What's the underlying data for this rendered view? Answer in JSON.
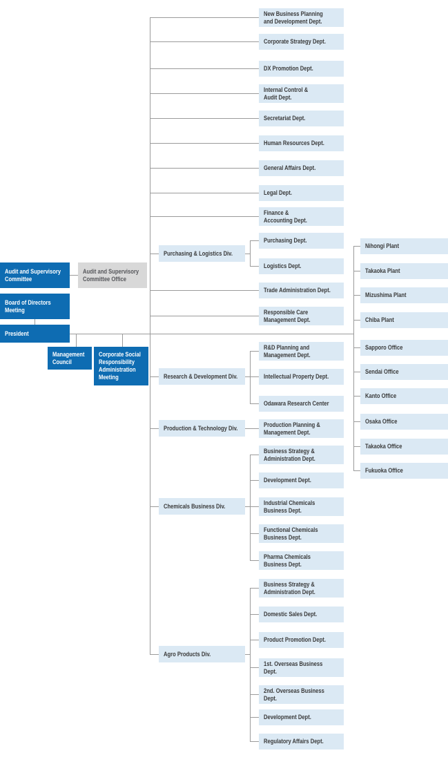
{
  "colors": {
    "primary_blue": "#0e6cb2",
    "light_blue": "#dbe9f4",
    "gray_box": "#d8d8d8",
    "connector_line": "#9a9a9a",
    "dept_text": "#3a3a3a"
  },
  "governance": {
    "audit_committee": "Audit and Supervisory\nCommittee",
    "audit_office": "Audit and Supervisory\nCommittee Office",
    "board": "Board of Directors\nMeeting",
    "president": "President",
    "management_council": "Management\nCouncil",
    "csr_meeting": "Corporate Social\nResponsibility\nAdministration\nMeeting"
  },
  "head_office_departments": [
    "New Business Planning\nand Development Dept.",
    "Corporate Strategy Dept.",
    "DX Promotion Dept.",
    "Internal Control &\nAudit Dept.",
    "Secretariat Dept.",
    "Human Resources Dept.",
    "General Affairs Dept.",
    "Legal Dept.",
    "Finance &\nAccounting Dept.",
    "Trade Administration Dept.",
    "Responsible Care\nManagement Dept."
  ],
  "divisions": [
    {
      "label": "Purchasing & Logistics Div.",
      "departments": [
        "Purchasing Dept.",
        "Logistics Dept."
      ]
    },
    {
      "label": "Research & Development Div.",
      "departments": [
        "R&D Planning and\nManagement Dept.",
        "Intellectual Property Dept.",
        "Odawara Research Center"
      ]
    },
    {
      "label": "Production & Technology Div.",
      "departments": [
        "Production Planning &\nManagement Dept."
      ]
    },
    {
      "label": "Chemicals Business Div.",
      "departments": [
        "Business Strategy &\nAdministration Dept.",
        "Development Dept.",
        "Industrial Chemicals\nBusiness Dept.",
        "Functional Chemicals\nBusiness Dept.",
        "Pharma Chemicals\nBusiness Dept."
      ]
    },
    {
      "label": "Agro Products Div.",
      "departments": [
        "Business Strategy &\nAdministration Dept.",
        "Domestic Sales Dept.",
        "Product Promotion Dept.",
        "1st. Overseas Business\nDept.",
        "2nd. Overseas Business\nDept.",
        "Development Dept.",
        "Regulatory Affairs Dept."
      ]
    }
  ],
  "plants_offices": [
    "Nihongi Plant",
    "Takaoka Plant",
    "Mizushima Plant",
    "Chiba Plant",
    "Sapporo Office",
    "Sendai Office",
    "Kanto Office",
    "Osaka Office",
    "Takaoka Office",
    "Fukuoka Office"
  ]
}
